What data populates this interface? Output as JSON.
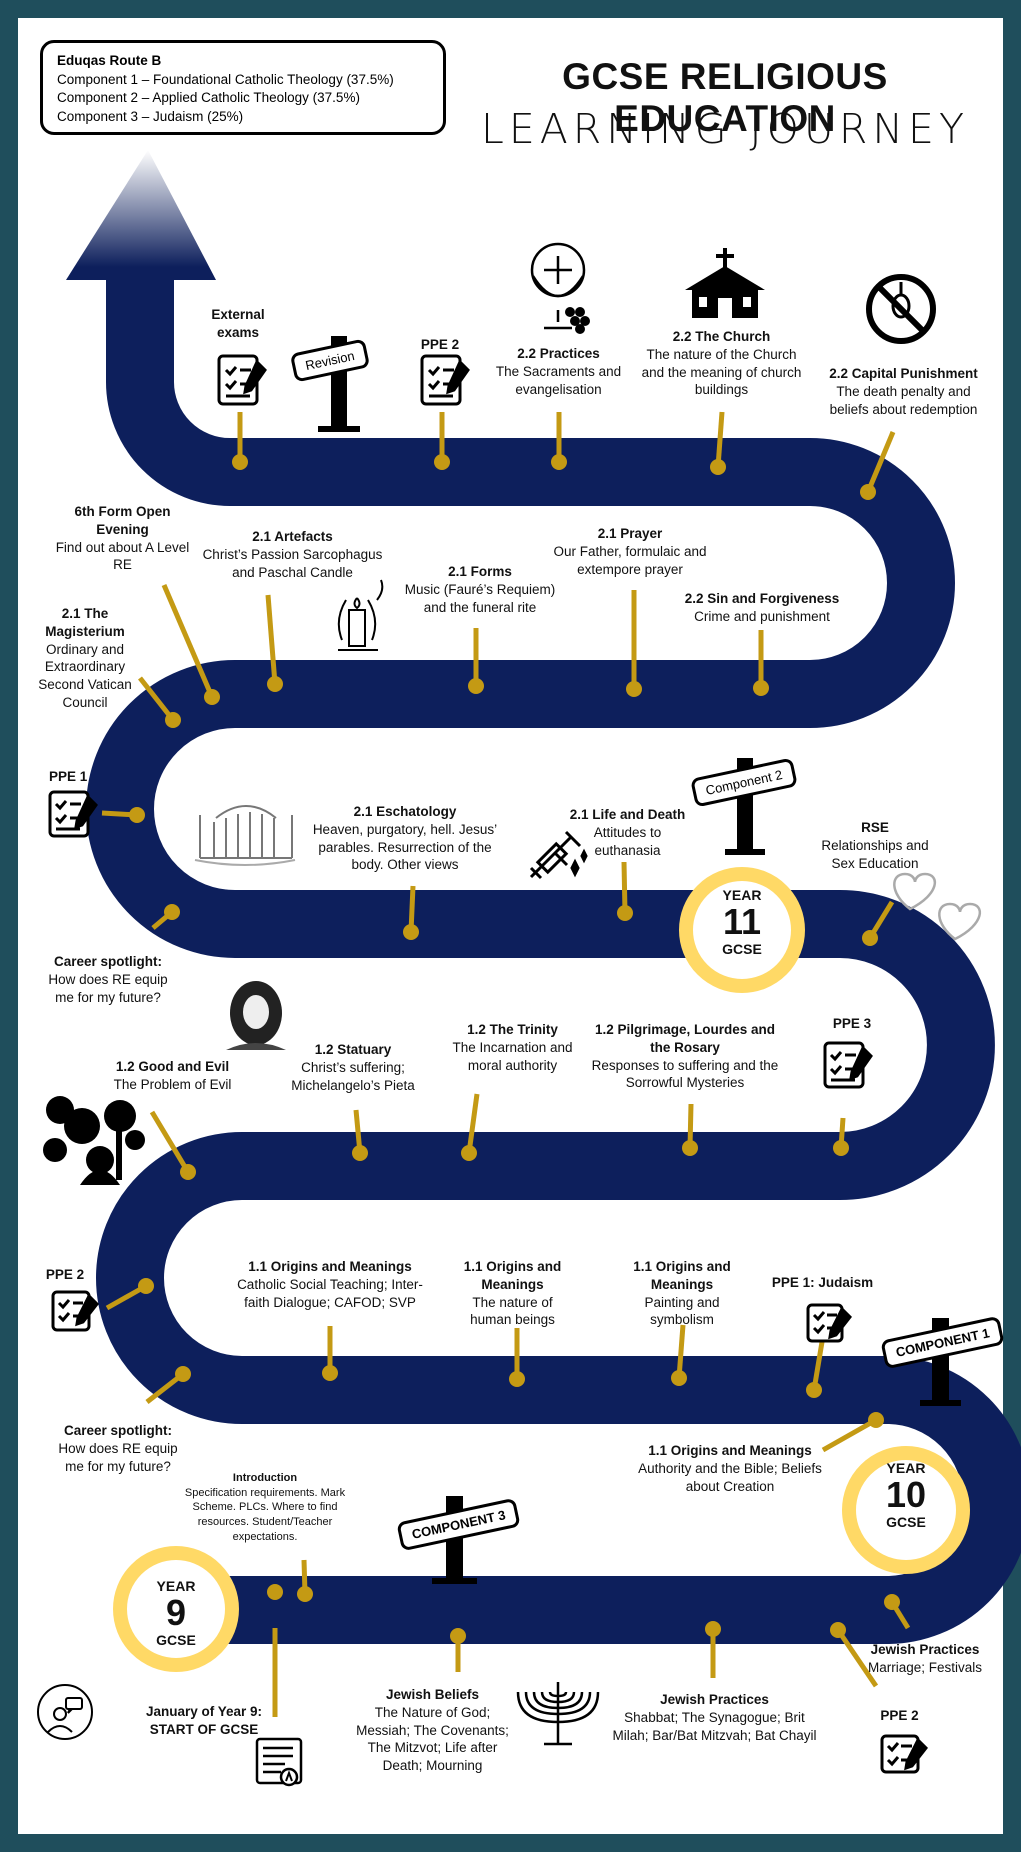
{
  "route_box": {
    "title": "Eduqas Route B",
    "lines": [
      "Component 1 – Foundational Catholic Theology (37.5%)",
      "Component 2 – Applied Catholic Theology (37.5%)",
      "Component 3 – Judaism (25%)"
    ]
  },
  "title_line1": "GCSE RELIGIOUS EDUCATION",
  "title_line2": "LEARNING JOURNEY",
  "years": [
    {
      "word": "YEAR",
      "num": "9",
      "sub": "GCSE"
    },
    {
      "word": "YEAR",
      "num": "10",
      "sub": "GCSE"
    },
    {
      "word": "YEAR",
      "num": "11",
      "sub": "GCSE"
    }
  ],
  "signs": {
    "revision": "Revision",
    "component1": "COMPONENT 1",
    "component2": "Component 2",
    "component3": "COMPONENT 3"
  },
  "colors": {
    "path": "#0d1f5c",
    "pin": "#c49a14",
    "year_ring": "#ffd966",
    "frame": "#1f4e5c"
  },
  "labels": {
    "external_exams": {
      "title": "External exams",
      "desc": ""
    },
    "ppe2_top": {
      "title": "PPE 2",
      "desc": ""
    },
    "practices_22": {
      "title": "2.2 Practices",
      "desc": "The Sacraments and evangelisation"
    },
    "church_22": {
      "title": "2.2 The Church",
      "desc": "The nature of the Church and the meaning of church buildings"
    },
    "capital_22": {
      "title": "2.2 Capital Punishment",
      "desc": "The death penalty and beliefs about redemption"
    },
    "sixth_form": {
      "title": "6th Form Open Evening",
      "desc": "Find out about A Level RE"
    },
    "artefacts_21": {
      "title": "2.1 Artefacts",
      "desc": "Christ’s Passion Sarcophagus and Paschal Candle"
    },
    "forms_21": {
      "title": "2.1 Forms",
      "desc": "Music (Fauré’s Requiem) and the funeral rite"
    },
    "prayer_21": {
      "title": "2.1 Prayer",
      "desc": "Our Father, formulaic and extempore prayer"
    },
    "sin_22": {
      "title": "2.2 Sin and Forgiveness",
      "desc": "Crime and punishment"
    },
    "magisterium_21": {
      "title": "2.1 The Magisterium",
      "desc": "Ordinary and Extraordinary Second Vatican Council"
    },
    "ppe1_left": {
      "title": "PPE 1",
      "desc": ""
    },
    "eschatology_21": {
      "title": "2.1 Eschatology",
      "desc": "Heaven, purgatory, hell. Jesus’ parables. Resurrection of the body. Other views"
    },
    "lifedeath_21": {
      "title": "2.1 Life and Death",
      "desc": "Attitudes to euthanasia"
    },
    "rse": {
      "title": "RSE",
      "desc": "Relationships and Sex Education"
    },
    "career1": {
      "title": "Career spotlight:",
      "desc": "How does RE equip me for my future?"
    },
    "ppe3": {
      "title": "PPE 3",
      "desc": ""
    },
    "goodevil_12": {
      "title": "1.2 Good and Evil",
      "desc": "The Problem of Evil"
    },
    "statuary_12": {
      "title": "1.2 Statuary",
      "desc": "Christ’s suffering; Michelangelo’s Pieta"
    },
    "trinity_12": {
      "title": "1.2 The Trinity",
      "desc": "The Incarnation and moral authority"
    },
    "pilgrimage_12": {
      "title": "1.2 Pilgrimage, Lourdes and the Rosary",
      "desc": "Responses to suffering and the Sorrowful Mysteries"
    },
    "ppe2_left": {
      "title": "PPE 2",
      "desc": ""
    },
    "origins_cst": {
      "title": "1.1 Origins and Meanings",
      "desc": "Catholic Social Teaching; Inter-faith Dialogue; CAFOD; SVP"
    },
    "origins_human": {
      "title": "1.1 Origins and Meanings",
      "desc": "The nature of human beings"
    },
    "origins_paint": {
      "title": "1.1 Origins and Meanings",
      "desc": "Painting and symbolism"
    },
    "ppe1_judaism": {
      "title": "PPE 1: Judaism",
      "desc": ""
    },
    "career2": {
      "title": "Career spotlight:",
      "desc": "How does RE equip me for my future?"
    },
    "origins_bible": {
      "title": "1.1 Origins and Meanings",
      "desc": "Authority and the Bible; Beliefs about Creation"
    },
    "introduction": {
      "title": "Introduction",
      "desc": "Specification requirements. Mark Scheme. PLCs. Where to find resources. Student/Teacher expectations."
    },
    "jan_year9": {
      "title": "January of Year 9: START OF GCSE",
      "desc": ""
    },
    "jewish_beliefs": {
      "title": "Jewish Beliefs",
      "desc": "The Nature of God; Messiah; The Covenants; The Mitzvot; Life after Death; Mourning"
    },
    "jewish_practices_1": {
      "title": "Jewish Practices",
      "desc": "Shabbat; The Synagogue; Brit Milah; Bar/Bat Mitzvah; Bat Chayil"
    },
    "jewish_practices_2": {
      "title": "Jewish Practices",
      "desc": "Marriage; Festivals"
    },
    "ppe2_bottom": {
      "title": "PPE 2",
      "desc": ""
    }
  },
  "icons": [
    "checklist-icon",
    "chalice-icon",
    "church-icon",
    "no-noose-icon",
    "candle-icon",
    "gates-icon",
    "syringe-icon",
    "hearts-icon",
    "jesus-icon",
    "eden-icon",
    "menorah-icon",
    "exam-paper-icon",
    "chat-person-icon"
  ]
}
